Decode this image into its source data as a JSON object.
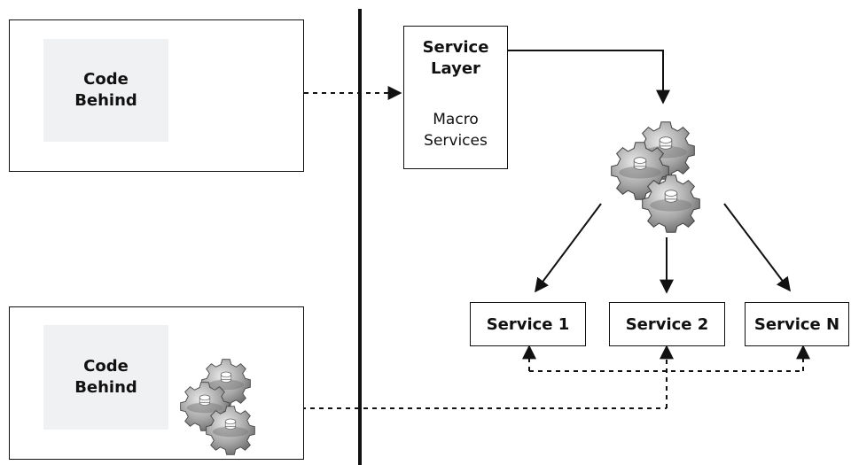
{
  "left_top_box": {
    "code_behind": [
      "Code",
      "Behind"
    ]
  },
  "left_bottom_box": {
    "code_behind": [
      "Code",
      "Behind"
    ]
  },
  "service_layer": {
    "title": [
      "Service",
      "Layer"
    ],
    "subtitle": [
      "Macro",
      "Services"
    ]
  },
  "services": [
    "Service 1",
    "Service 2",
    "Service N"
  ],
  "icons": {
    "gears": "gears-icon"
  }
}
